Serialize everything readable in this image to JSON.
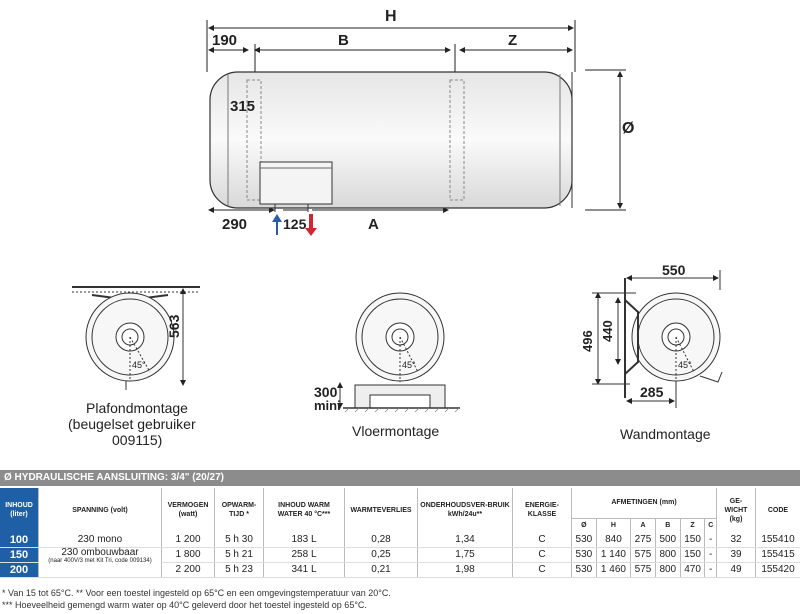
{
  "labels": {
    "h": "H",
    "d190": "190",
    "b": "B",
    "z": "Z",
    "d315": "315",
    "diam": "Ø",
    "d290": "290",
    "d125": "125",
    "a": "A",
    "d563": "563",
    "d300": "300",
    "mini": "mini",
    "d550": "550",
    "d496": "496",
    "d440": "440",
    "d285": "285",
    "angle": "45°"
  },
  "captions": {
    "plafond_line1": "Plafondmontage",
    "plafond_line2": "(beugelset gebruiker",
    "plafond_line3": "009115)",
    "vloer": "Vloermontage",
    "wand": "Wandmontage"
  },
  "table": {
    "title": "Ø HYDRAULISCHE AANSLUITING: 3/4\" (20/27)",
    "headers": {
      "inhoud": "INHOUD (liter)",
      "spanning": "SPANNING (volt)",
      "vermogen": "VERMOGEN (watt)",
      "opwarmtijd": "OPWARM-TIJD *",
      "inhoud_warm": "INHOUD WARM WATER 40 °C***",
      "warmteverlies": "WARMTEVERLIES",
      "onderhoud": "ONDERHOUDSVER-BRUIK kWh/24u**",
      "energie": "ENERGIE-KLASSE",
      "afmetingen": "AFMETINGEN (mm)",
      "gewicht": "GE-WICHT (kg)",
      "code": "CODE"
    },
    "dim_headers": [
      "Ø",
      "H",
      "A",
      "B",
      "Z",
      "C"
    ],
    "rows": [
      {
        "inhoud": "100",
        "spanning": "230 mono",
        "spanning_note": "",
        "vermogen": "1 200",
        "opwarmtijd": "5 h 30",
        "warm": "183 L",
        "verlies": "0,28",
        "onderhoud": "1,34",
        "klasse": "C",
        "d": "530",
        "h": "840",
        "a": "275",
        "b": "500",
        "z": "150",
        "c": "-",
        "gewicht": "32",
        "code": "155410"
      },
      {
        "inhoud": "150",
        "spanning": "230 ombouwbaar",
        "spanning_note": "(naar 400V/3 met Kit Tri, code 009134)",
        "vermogen": "1 800",
        "opwarmtijd": "5 h 21",
        "warm": "258 L",
        "verlies": "0,25",
        "onderhoud": "1,75",
        "klasse": "C",
        "d": "530",
        "h": "1 140",
        "a": "575",
        "b": "800",
        "z": "150",
        "c": "-",
        "gewicht": "39",
        "code": "155415"
      },
      {
        "inhoud": "200",
        "spanning": "",
        "spanning_note": "",
        "vermogen": "2 200",
        "opwarmtijd": "5 h 23",
        "warm": "341 L",
        "verlies": "0,21",
        "onderhoud": "1,98",
        "klasse": "C",
        "d": "530",
        "h": "1 460",
        "a": "575",
        "b": "800",
        "z": "470",
        "c": "-",
        "gewicht": "49",
        "code": "155420"
      }
    ]
  },
  "footnotes": {
    "f1": "* Van 15 tot 65°C.    ** Voor een toestel ingesteld op 65°C en een omgevingstemperatuur van 20°C.",
    "f2": "*** Hoeveelheid gemengd warm water op 40°C geleverd door het toestel ingesteld op 65°C."
  },
  "colors": {
    "header_blue": "#1e5fa6",
    "title_grey": "#8c8c8c",
    "inlet_blue": "#2b5ea8",
    "outlet_red": "#d22630"
  }
}
